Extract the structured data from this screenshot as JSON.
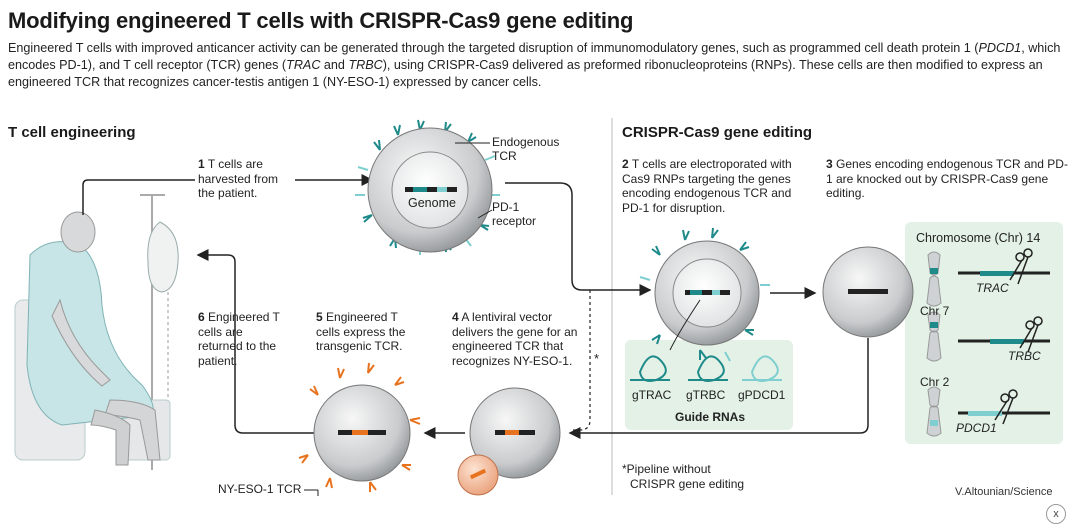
{
  "title": "Modifying engineered T cells with CRISPR-Cas9 gene editing",
  "description": {
    "p1": "Engineered T cells with improved anticancer activity can be generated through the targeted disruption of immunomodulatory genes, such as programmed cell death protein 1 (",
    "pdcd1": "PDCD1",
    "p2": ", which encodes PD-1), and T cell receptor (TCR) genes (",
    "trac": "TRAC",
    "p3": " and ",
    "trbc": "TRBC",
    "p4": "), using CRISPR-Cas9 delivered as preformed ribonucleoproteins (RNPs). These cells are then modified to express an engineered TCR that recognizes cancer-testis antigen 1 (NY-ESO-1) expressed by cancer cells."
  },
  "sections": {
    "left": "T cell engineering",
    "right": "CRISPR-Cas9 gene editing"
  },
  "steps": {
    "s1": {
      "num": "1",
      "text": "T cells are harvested from the patient."
    },
    "s2": {
      "num": "2",
      "text": "T cells are electroporated with Cas9 RNPs targeting the genes encoding endogenous TCR and PD-1 for disruption."
    },
    "s3": {
      "num": "3",
      "text": "Genes encoding endogenous TCR and PD-1 are knocked out by CRISPR-Cas9 gene editing."
    },
    "s4": {
      "num": "4",
      "text": "A lentiviral vector delivers the gene for an engineered TCR that recognizes NY-ESO-1."
    },
    "s5": {
      "num": "5",
      "text": "Engineered T cells express the transgenic TCR."
    },
    "s6": {
      "num": "6",
      "text": "Engineered T cells are returned to the patient."
    }
  },
  "labels": {
    "endogenous_tcr": "Endogenous TCR",
    "genome": "Genome",
    "pd1_receptor": "PD-1 receptor",
    "guide_rnas": "Guide RNAs",
    "g_trac": "gTRAC",
    "g_trbc": "gTRBC",
    "g_pdcd1": "gPDCD1",
    "chr14": "Chromosome (Chr) 14",
    "chr7": "Chr 7",
    "chr2": "Chr 2",
    "trac": "TRAC",
    "trbc": "TRBC",
    "pdcd1": "PDCD1",
    "ny_eso_tcr": "NY-ESO-1 TCR",
    "footnote_line1": "*Pipeline without",
    "footnote_line2": "CRISPR gene editing",
    "asterisk": "*",
    "credit": "V.Altounian/Science",
    "close": "x"
  },
  "colors": {
    "teal": "#1f8a8a",
    "light_teal": "#7fcfd0",
    "orange": "#e8731e",
    "panel_green": "#e3f1e6",
    "cell_gray": "#b9bcbe"
  }
}
